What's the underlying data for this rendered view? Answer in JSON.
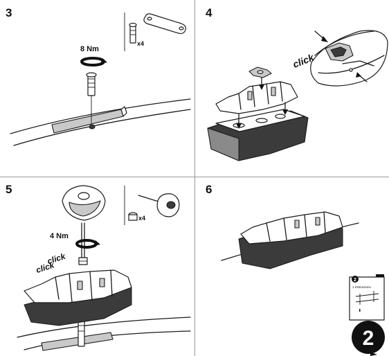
{
  "steps": [
    {
      "number": "3",
      "torque": "8 Nm",
      "quantity": "x4"
    },
    {
      "number": "4",
      "click": "click"
    },
    {
      "number": "5",
      "torque": "4 Nm",
      "quantity": "x4",
      "click_1": "click",
      "click_2": "click"
    },
    {
      "number": "6",
      "booklet_title": "1 Instructions",
      "booklet_step": "2",
      "next_step": "2"
    }
  ]
}
